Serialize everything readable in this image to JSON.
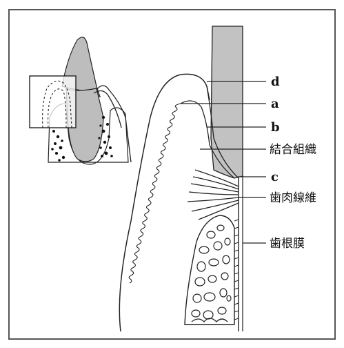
{
  "labels": {
    "d": "d",
    "a": "a",
    "b": "b",
    "connective_tissue": "結合組織",
    "c": "c",
    "gingival_fibers": "歯肉線維",
    "periodontal_ligament": "歯根膜"
  },
  "colors": {
    "enamel": "#c9c9c9",
    "tooth": "#bdbdbd",
    "line": "#222222",
    "bone_dots": "#111111",
    "frame": "#555555"
  }
}
